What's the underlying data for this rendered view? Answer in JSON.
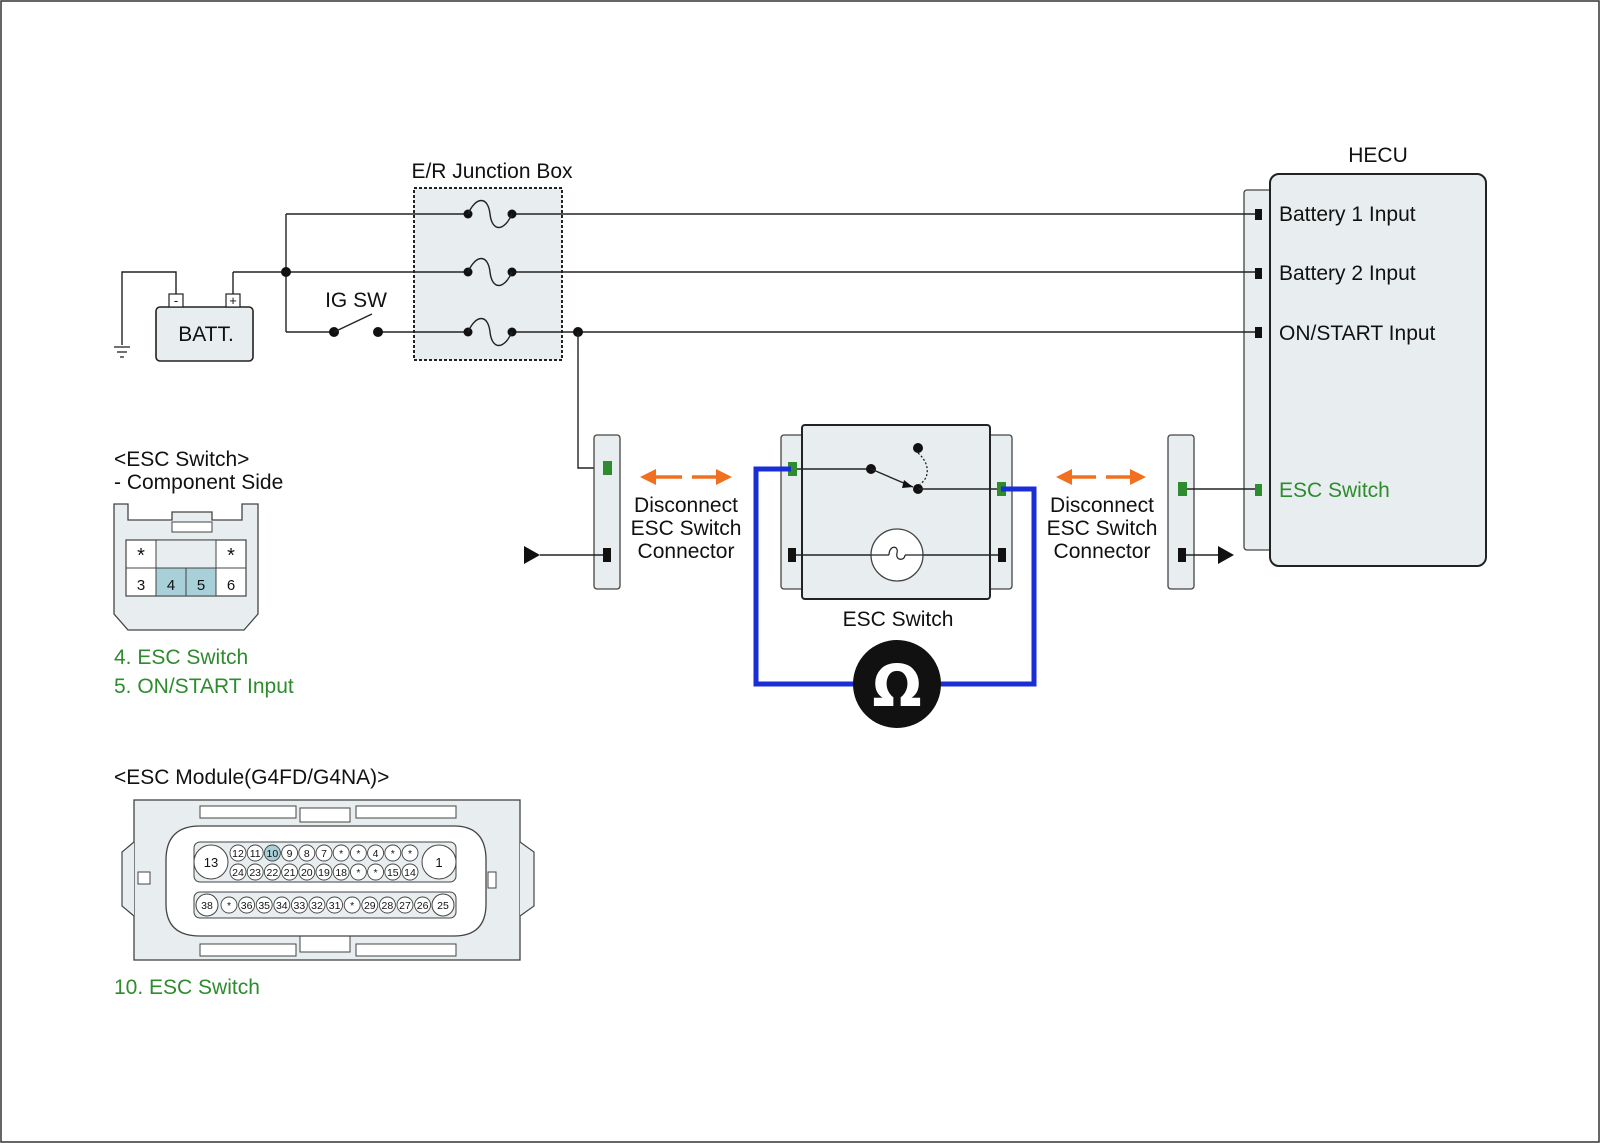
{
  "colors": {
    "accent_green": "#2e8b2e",
    "meter_lead_blue": "#1a2ed6",
    "arrow_orange": "#f07020",
    "component_fill": "#e8eeef",
    "pin_highlight": "#a8d0d8"
  },
  "labels": {
    "junction_box": "E/R Junction Box",
    "hecu": "HECU",
    "batt": "BATT.",
    "batt_minus": "-",
    "batt_plus": "+",
    "ig_sw": "IG SW",
    "esc_switch": "ESC Switch",
    "disconnect_left": [
      "Disconnect",
      "ESC Switch",
      "Connector"
    ],
    "disconnect_right": [
      "Disconnect",
      "ESC Switch",
      "Connector"
    ],
    "ohm": "Ω"
  },
  "hecu_inputs": [
    "Battery 1 Input",
    "Battery 2 Input",
    "ON/START Input",
    "ESC Switch"
  ],
  "esc_switch_connector": {
    "title": "<ESC Switch>",
    "subtitle": "- Component Side",
    "top_row": [
      "*",
      "",
      "",
      "*"
    ],
    "bottom_row": [
      "3",
      "4",
      "5",
      "6"
    ],
    "pin_notes": [
      "4. ESC Switch",
      "5. ON/START Input"
    ]
  },
  "esc_module_connector": {
    "title": "<ESC Module(G4FD/G4NA)>",
    "big_pins": [
      "13",
      "1",
      "38",
      "25"
    ],
    "row1": [
      "12",
      "11",
      "10",
      "9",
      "8",
      "7",
      "*",
      "*",
      "4",
      "*",
      "*"
    ],
    "row2": [
      "24",
      "23",
      "22",
      "21",
      "20",
      "19",
      "18",
      "*",
      "*",
      "15",
      "14"
    ],
    "row3": [
      "*",
      "36",
      "35",
      "34",
      "33",
      "32",
      "31",
      "*",
      "29",
      "28",
      "27",
      "26"
    ],
    "pin_notes": [
      "10. ESC Switch"
    ]
  },
  "icons": [
    "ground-icon",
    "fuse-icon",
    "switch-icon",
    "lamp-icon",
    "ohmmeter-icon",
    "arrow-icon"
  ]
}
